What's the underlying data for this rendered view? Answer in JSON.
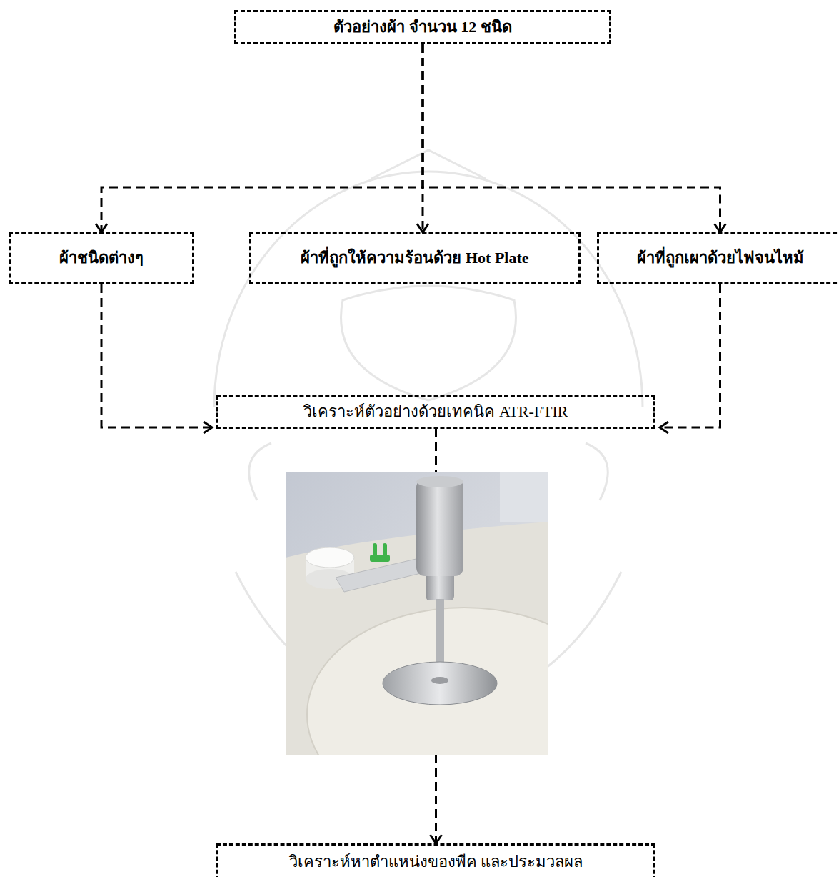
{
  "diagram": {
    "nodes": [
      {
        "text": [
          "ตัวอย่างผ้า จำนวน 12 ชนิด"
        ]
      },
      {
        "text": [
          "ผ้าชนิดต่างๆ"
        ]
      },
      {
        "text": [
          "ผ้าที่ถูกให้ความร้อนด้วย Hot Plate"
        ]
      },
      {
        "text": [
          "ผ้าที่ถูกเผาด้วยไฟจนไหม้"
        ]
      },
      {
        "text": [
          "วิเคราะห์ตัวอย่างด้วยเทคนิค ATR-FTIR"
        ]
      },
      {
        "text": [
          "วิเคราะห์หาตำแหน่งของพีค และประมวลผล"
        ]
      }
    ],
    "edges": [
      {
        "from": 0,
        "to": 1,
        "arrow": "to"
      },
      {
        "from": 0,
        "to": 2,
        "arrow": "to"
      },
      {
        "from": 0,
        "to": 3,
        "arrow": "to"
      },
      {
        "from": 1,
        "to": 4,
        "arrow": "to"
      },
      {
        "from": 3,
        "to": 4,
        "arrow": "to"
      },
      {
        "from": 4,
        "to": 5,
        "arrow": "to"
      }
    ]
  }
}
